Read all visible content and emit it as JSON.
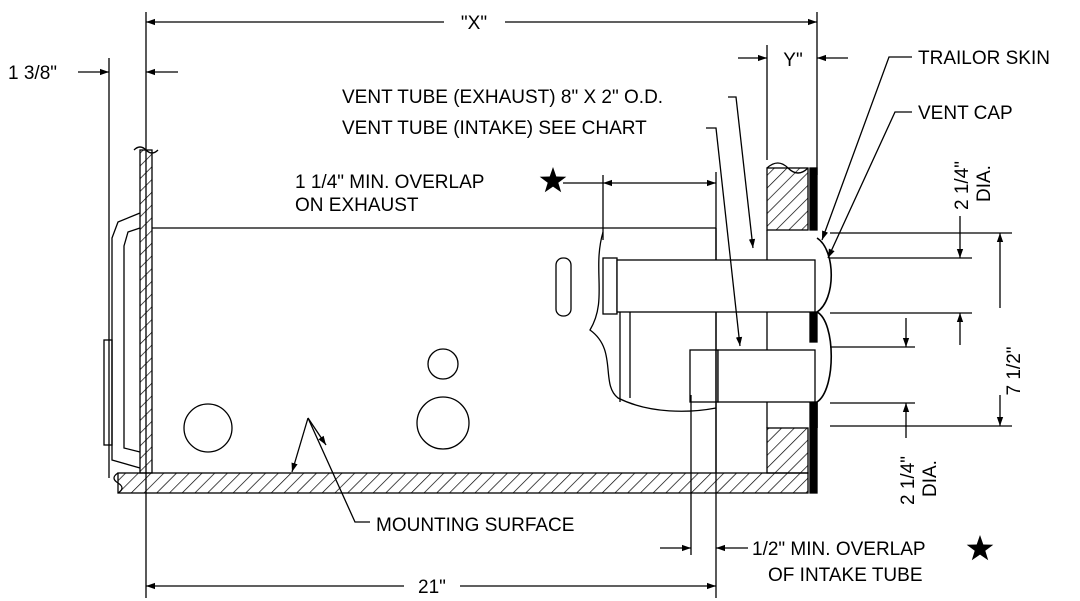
{
  "dimensions": {
    "x_label": "\"X\"",
    "y_label": "Y\"",
    "offset_label": "1 3/8\"",
    "length_label": "21\"",
    "spacing_label": "7 1/2\"",
    "top_dia_value": "2 1/4\"",
    "top_dia_unit": "DIA.",
    "bottom_dia_value": "2 1/4\"",
    "bottom_dia_unit": "DIA."
  },
  "callouts": {
    "trailor_skin": "TRAILOR SKIN",
    "vent_cap": "VENT CAP",
    "exhaust_tube": "VENT TUBE (EXHAUST) 8\" X 2\" O.D.",
    "intake_tube": "VENT TUBE (INTAKE) SEE CHART",
    "overlap_exhaust_line1": "1 1/4\" MIN. OVERLAP",
    "overlap_exhaust_line2": "ON EXHAUST",
    "mounting_surface": "MOUNTING SURFACE",
    "overlap_intake_line1": "1/2\" MIN. OVERLAP",
    "overlap_intake_line2": "OF INTAKE TUBE"
  },
  "icons": [
    "star-icon",
    "star-icon"
  ]
}
